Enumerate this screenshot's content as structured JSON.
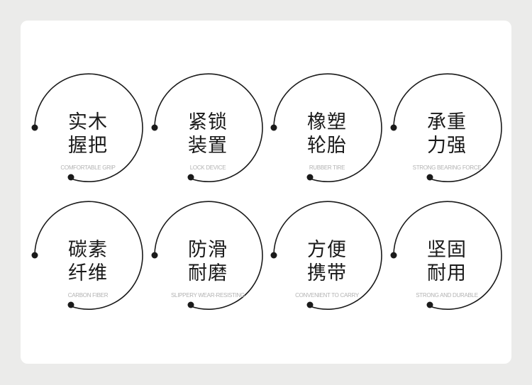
{
  "features": [
    {
      "line1": "实木",
      "line2": "握把",
      "english": "COMFORTABLE GRIP"
    },
    {
      "line1": "紧锁",
      "line2": "装置",
      "english": "LOCK DEVICE"
    },
    {
      "line1": "橡塑",
      "line2": "轮胎",
      "english": "RUBBER TIRE"
    },
    {
      "line1": "承重",
      "line2": "力强",
      "english": "STRONG BEARING FORCE"
    },
    {
      "line1": "碳素",
      "line2": "纤维",
      "english": "CARBON FIBER"
    },
    {
      "line1": "防滑",
      "line2": "耐磨",
      "english": "SLIPPERY WEAR-RESISTING"
    },
    {
      "line1": "方便",
      "line2": "携带",
      "english": "CONVENIENT TO CARRY"
    },
    {
      "line1": "坚固",
      "line2": "耐用",
      "english": "STRONG AND DURABLE"
    }
  ]
}
